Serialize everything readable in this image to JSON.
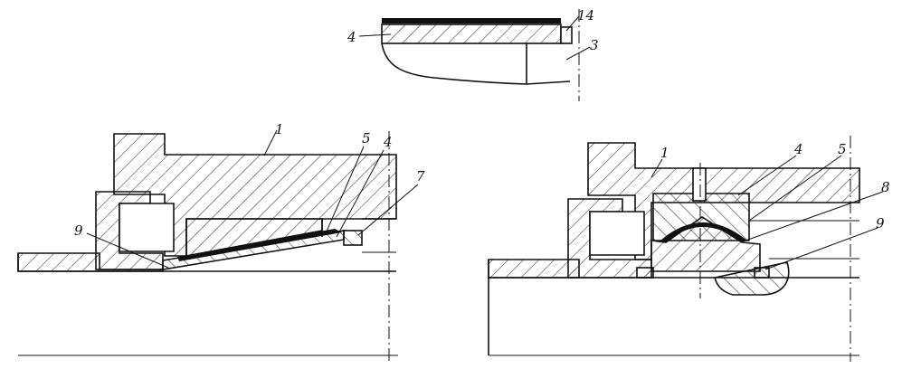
{
  "labels": {
    "top": {
      "shaft": "3",
      "sleeve": "4",
      "band": "14"
    },
    "left": {
      "hub": "1",
      "ring": "4",
      "layer": "5",
      "nut": "7",
      "flange": "9"
    },
    "right": {
      "hub": "1",
      "ring": "4",
      "layer": "5",
      "seat": "8",
      "flange": "9"
    }
  }
}
